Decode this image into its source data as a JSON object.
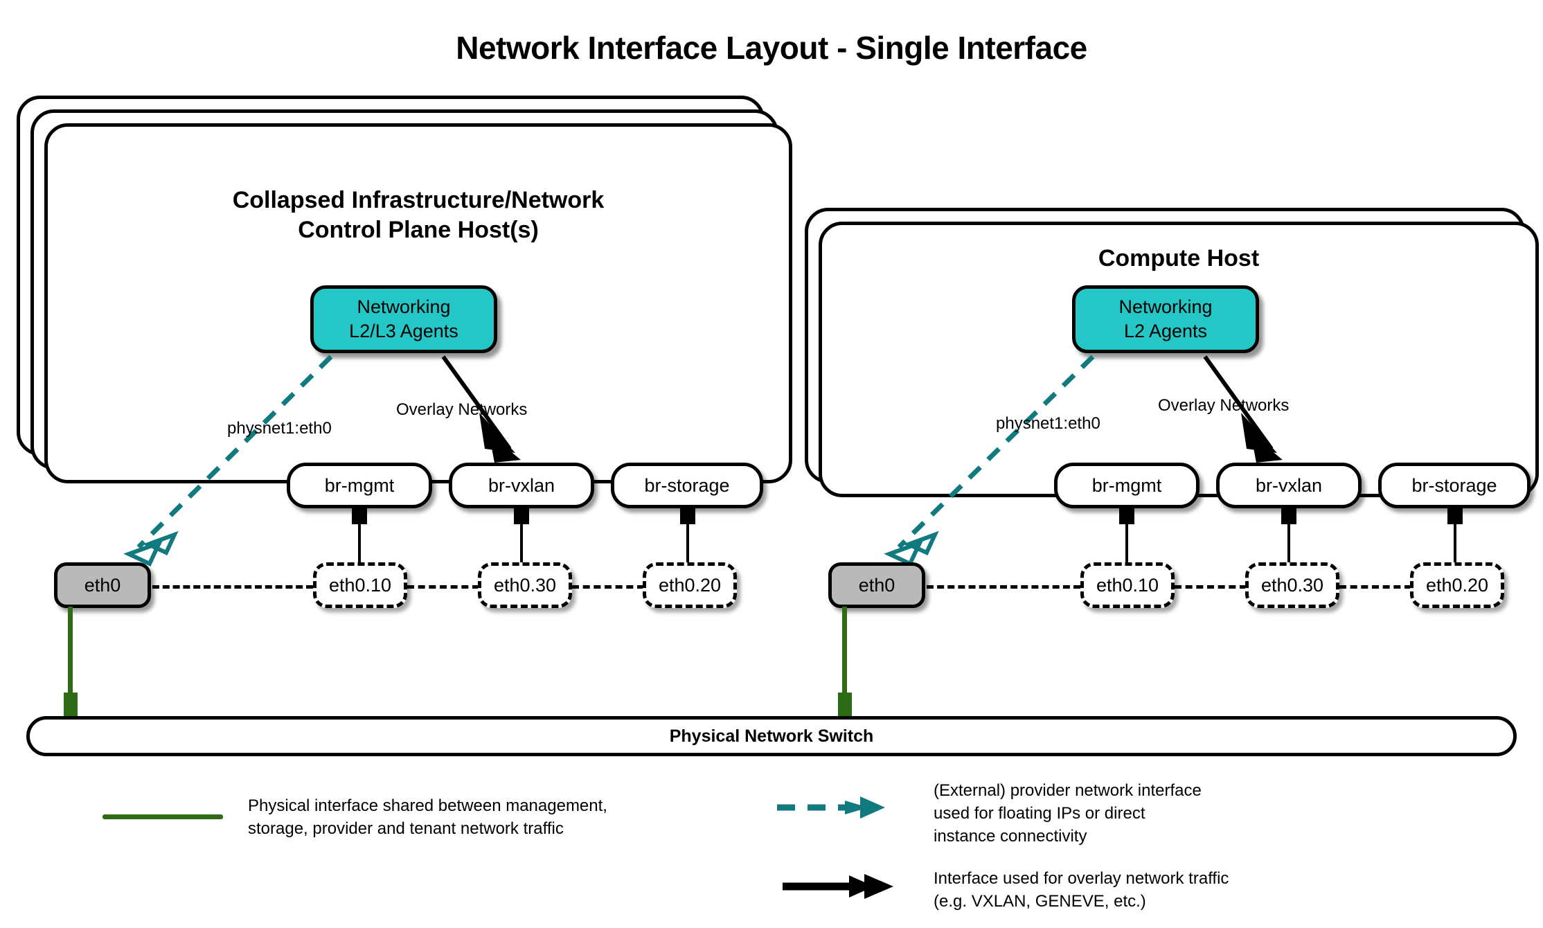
{
  "title": "Network Interface Layout - Single Interface",
  "colors": {
    "agent_fill": "#25c6c6",
    "nic_fill": "#b9b9b9",
    "provider_teal": "#107a7f",
    "physical_green": "#2e6b16",
    "stroke": "#000000"
  },
  "hosts": [
    {
      "id": "control-plane",
      "title": "Collapsed Infrastructure/Network\nControl Plane Host(s)",
      "title_line1": "Collapsed Infrastructure/Network",
      "title_line2": "Control Plane Host(s)",
      "stack_layers": 3,
      "agent": {
        "line1": "Networking",
        "line2": "L2/L3 Agents"
      },
      "edge_labels": {
        "provider": "physnet1:eth0",
        "overlay": "Overlay Networks"
      },
      "nic": "eth0",
      "bridges": [
        "br-mgmt",
        "br-vxlan",
        "br-storage"
      ],
      "vlans": [
        "eth0.10",
        "eth0.30",
        "eth0.20"
      ]
    },
    {
      "id": "compute",
      "title": "Compute Host",
      "title_line1": "Compute Host",
      "title_line2": "",
      "stack_layers": 2,
      "agent": {
        "line1": "Networking",
        "line2": "L2 Agents"
      },
      "edge_labels": {
        "provider": "physnet1:eth0",
        "overlay": "Overlay Networks"
      },
      "nic": "eth0",
      "bridges": [
        "br-mgmt",
        "br-vxlan",
        "br-storage"
      ],
      "vlans": [
        "eth0.10",
        "eth0.30",
        "eth0.20"
      ]
    }
  ],
  "switch": {
    "label": "Physical Network Switch"
  },
  "legend": [
    {
      "id": "physical",
      "marker": "solid-green-line",
      "text": "Physical interface shared between management,\nstorage, provider and tenant network traffic"
    },
    {
      "id": "provider",
      "marker": "dashed-teal-double-arrow",
      "text": "(External) provider network interface\nused for floating IPs or direct\ninstance connectivity"
    },
    {
      "id": "overlay",
      "marker": "solid-black-double-arrow",
      "text": "Interface used for overlay network traffic\n(e.g. VXLAN, GENEVE, etc.)"
    }
  ]
}
